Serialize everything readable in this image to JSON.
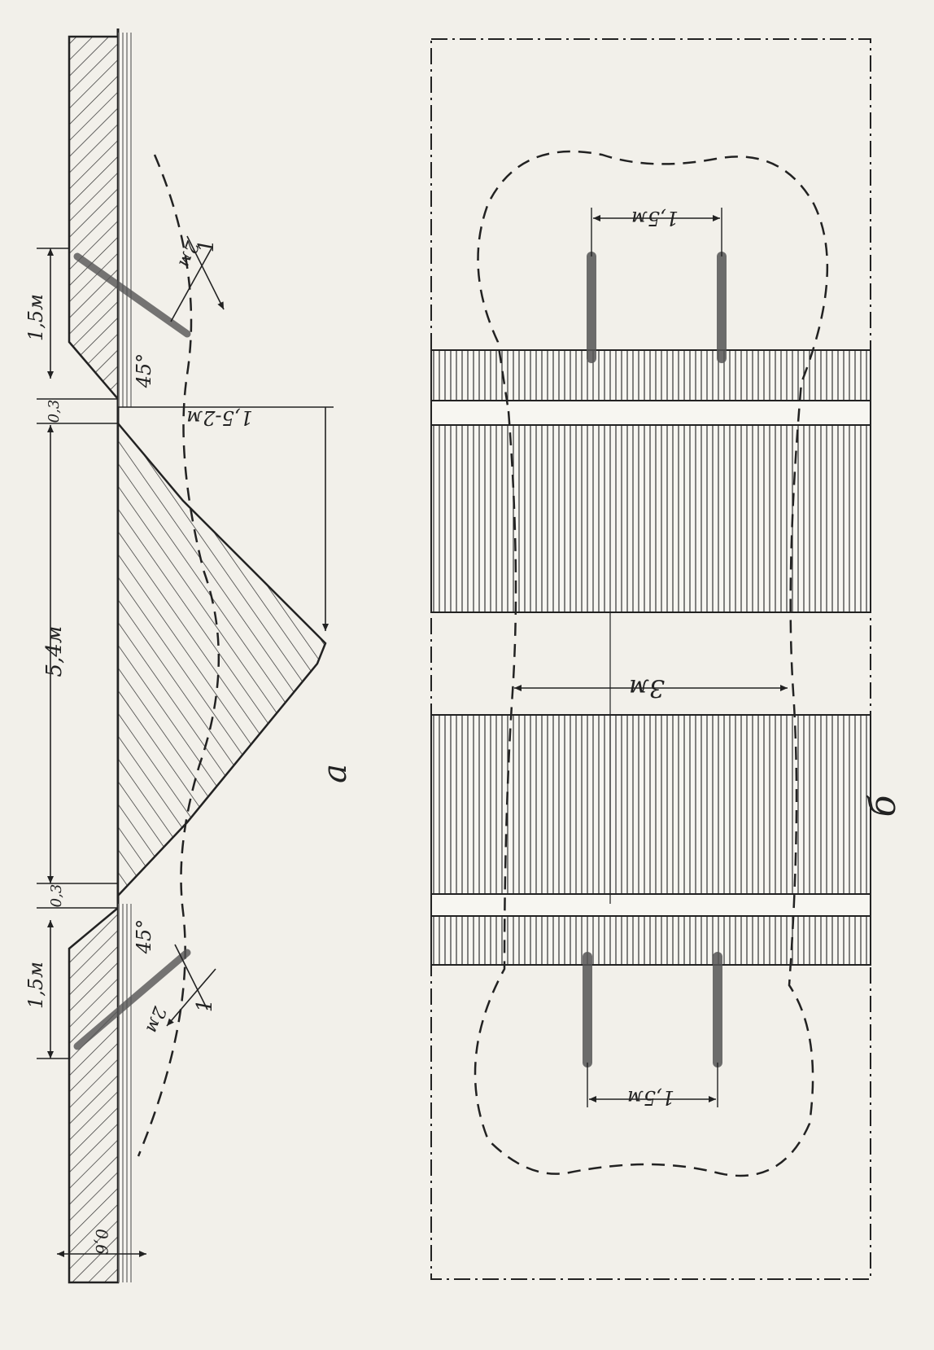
{
  "diagram": {
    "panel_a": {
      "letter": "а",
      "dimensions": {
        "top_offset_length": "1,5м",
        "top_step": "0,3",
        "gap_length": "5,4м",
        "bottom_step": "0,3",
        "bottom_offset_length": "1,5м",
        "thickness": "0,6",
        "depth_right": "1,5-2м",
        "charge_length_top": "2м",
        "charge_length_bottom": "2м"
      },
      "angles": {
        "top": "45°",
        "bottom": "45°"
      },
      "callouts": {
        "top": "1",
        "bottom": "1"
      }
    },
    "panel_b": {
      "letter": "б",
      "dimensions": {
        "top_spacing": "1,5м",
        "middle_width": "3м",
        "bottom_spacing": "1,5м"
      }
    }
  }
}
